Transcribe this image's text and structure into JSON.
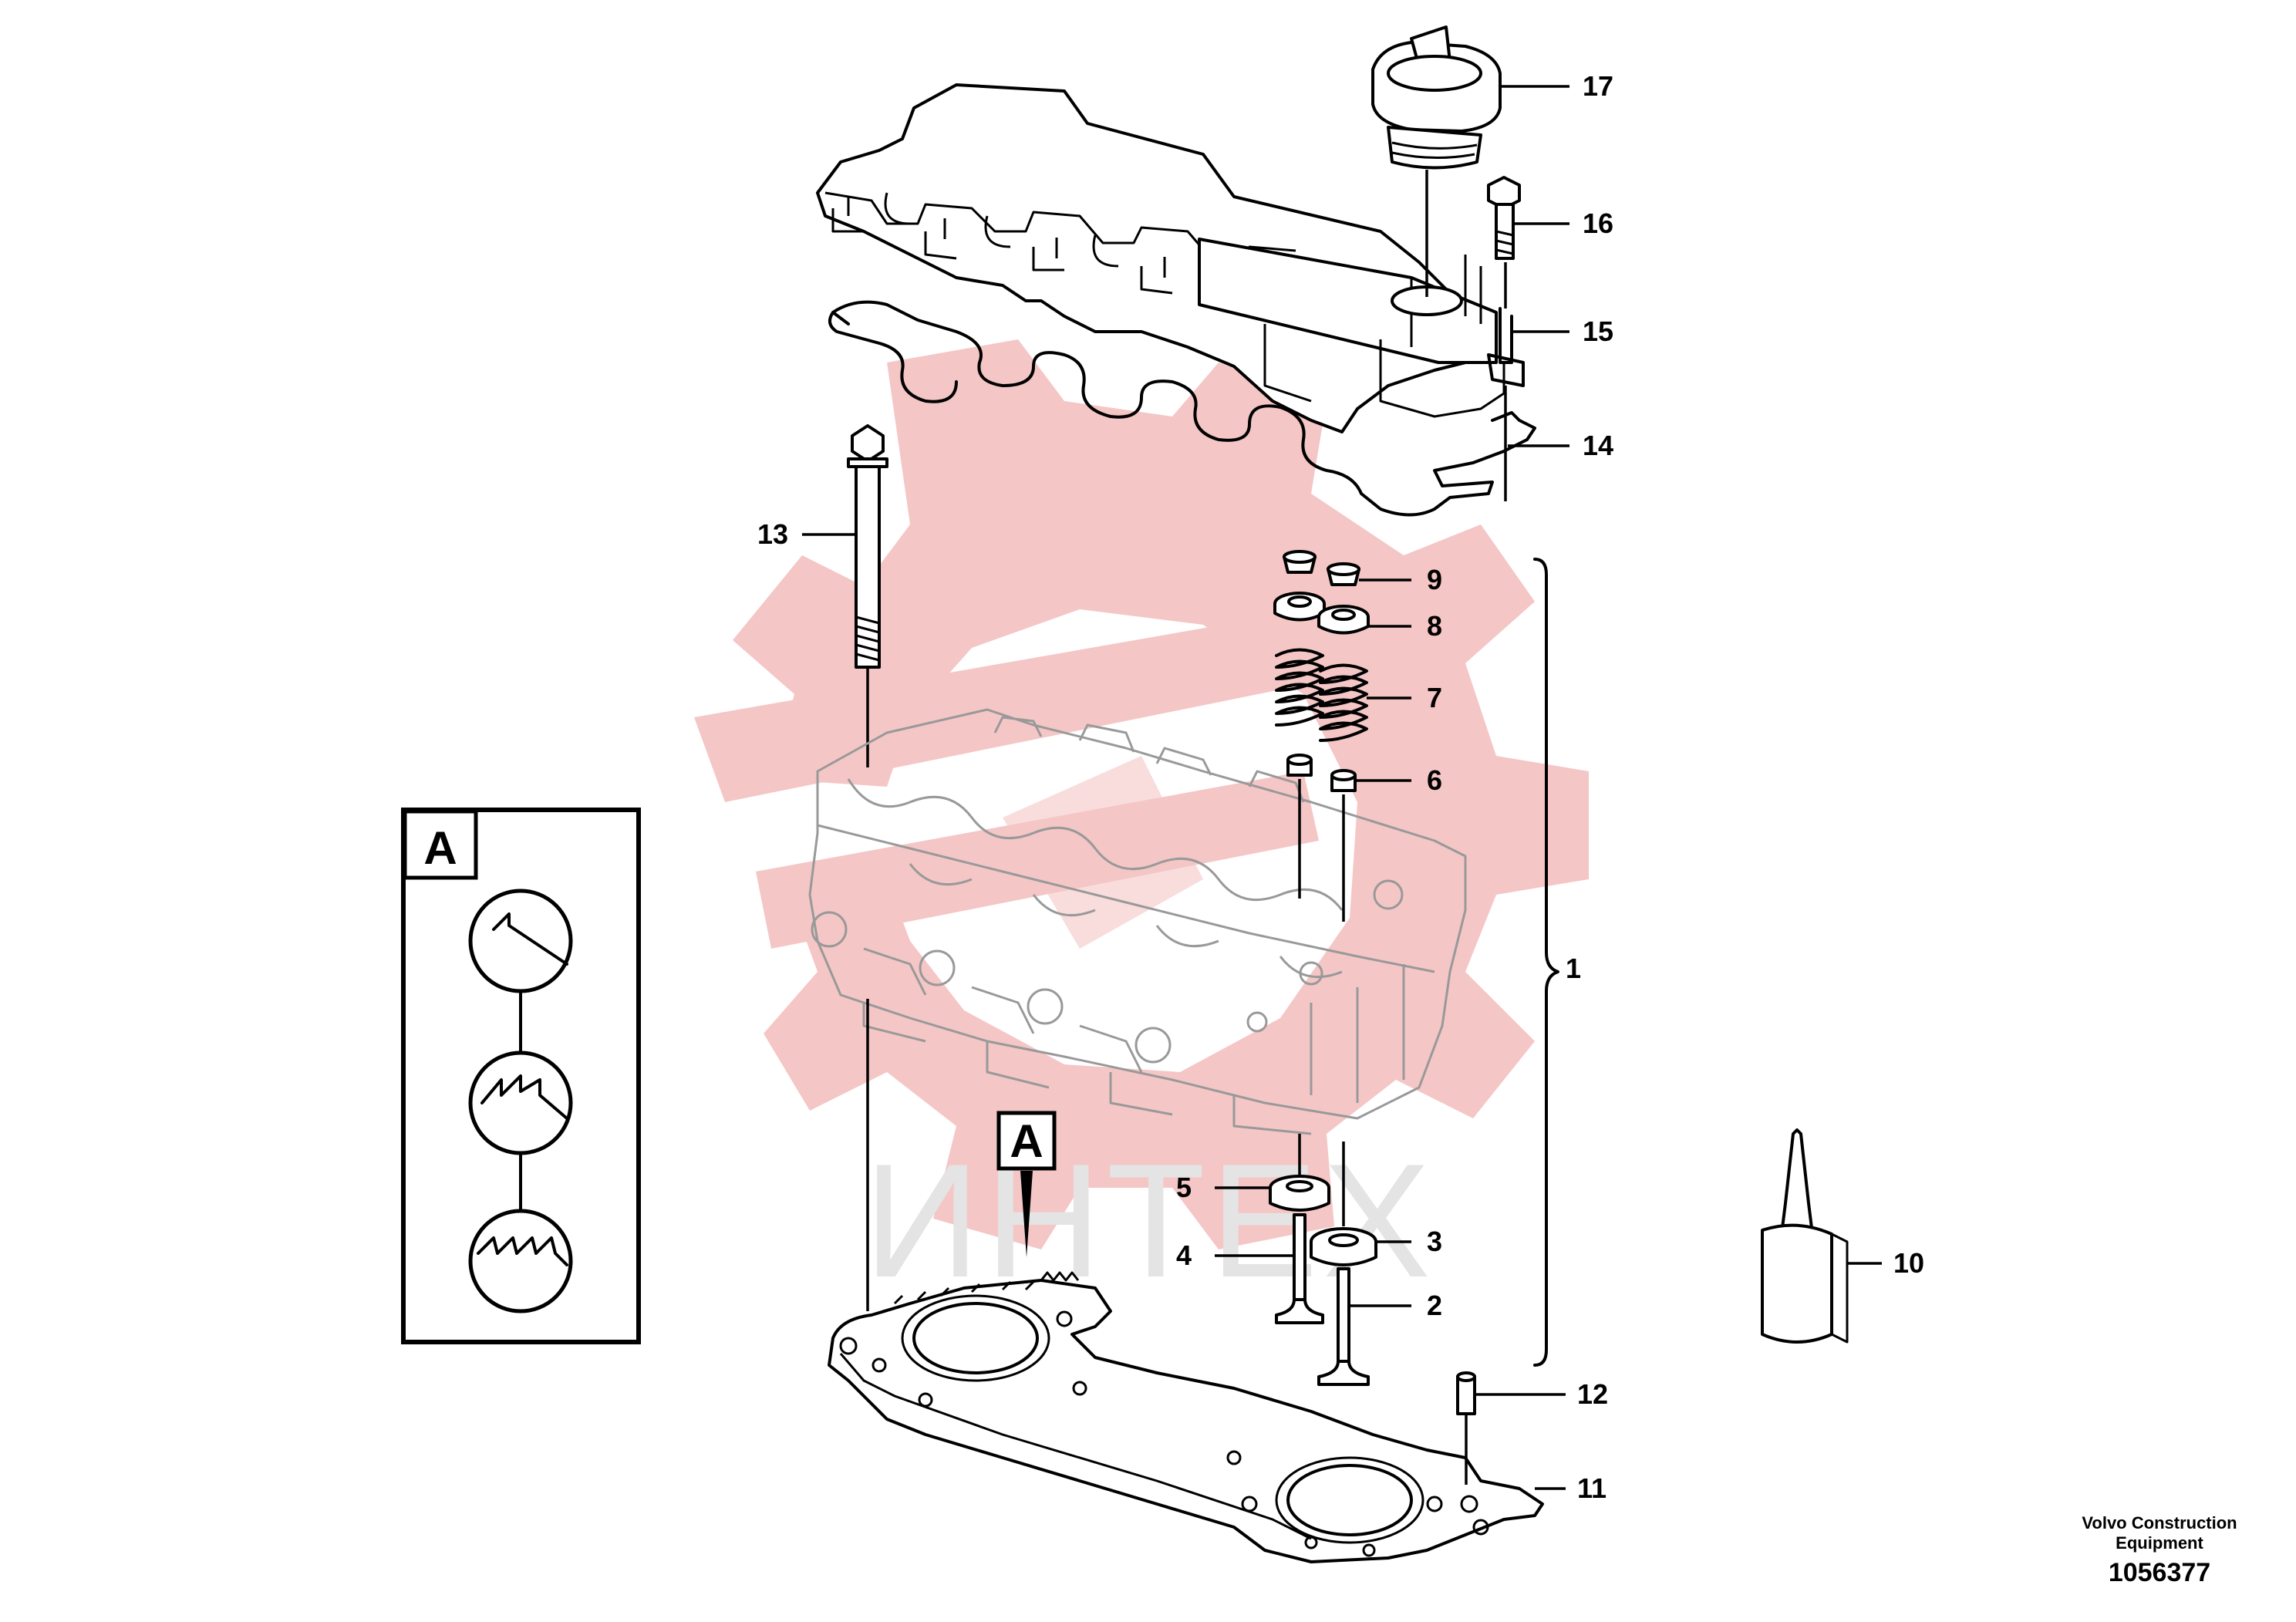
{
  "diagram": {
    "watermark_text": "ИНТЕХ",
    "watermark_color": "#f2b3b3",
    "detail_marker_letter": "A",
    "detail_box_letter": "A",
    "callouts": [
      {
        "id": "17",
        "label": "17"
      },
      {
        "id": "16",
        "label": "16"
      },
      {
        "id": "15",
        "label": "15"
      },
      {
        "id": "14",
        "label": "14"
      },
      {
        "id": "13",
        "label": "13"
      },
      {
        "id": "9",
        "label": "9"
      },
      {
        "id": "8",
        "label": "8"
      },
      {
        "id": "7",
        "label": "7"
      },
      {
        "id": "6",
        "label": "6"
      },
      {
        "id": "1",
        "label": "1"
      },
      {
        "id": "5",
        "label": "5"
      },
      {
        "id": "4",
        "label": "4"
      },
      {
        "id": "3",
        "label": "3"
      },
      {
        "id": "2",
        "label": "2"
      },
      {
        "id": "10",
        "label": "10"
      },
      {
        "id": "12",
        "label": "12"
      },
      {
        "id": "11",
        "label": "11"
      }
    ],
    "footer": {
      "company_line1": "Volvo Construction",
      "company_line2": "Equipment",
      "drawing_number": "1056377"
    }
  }
}
